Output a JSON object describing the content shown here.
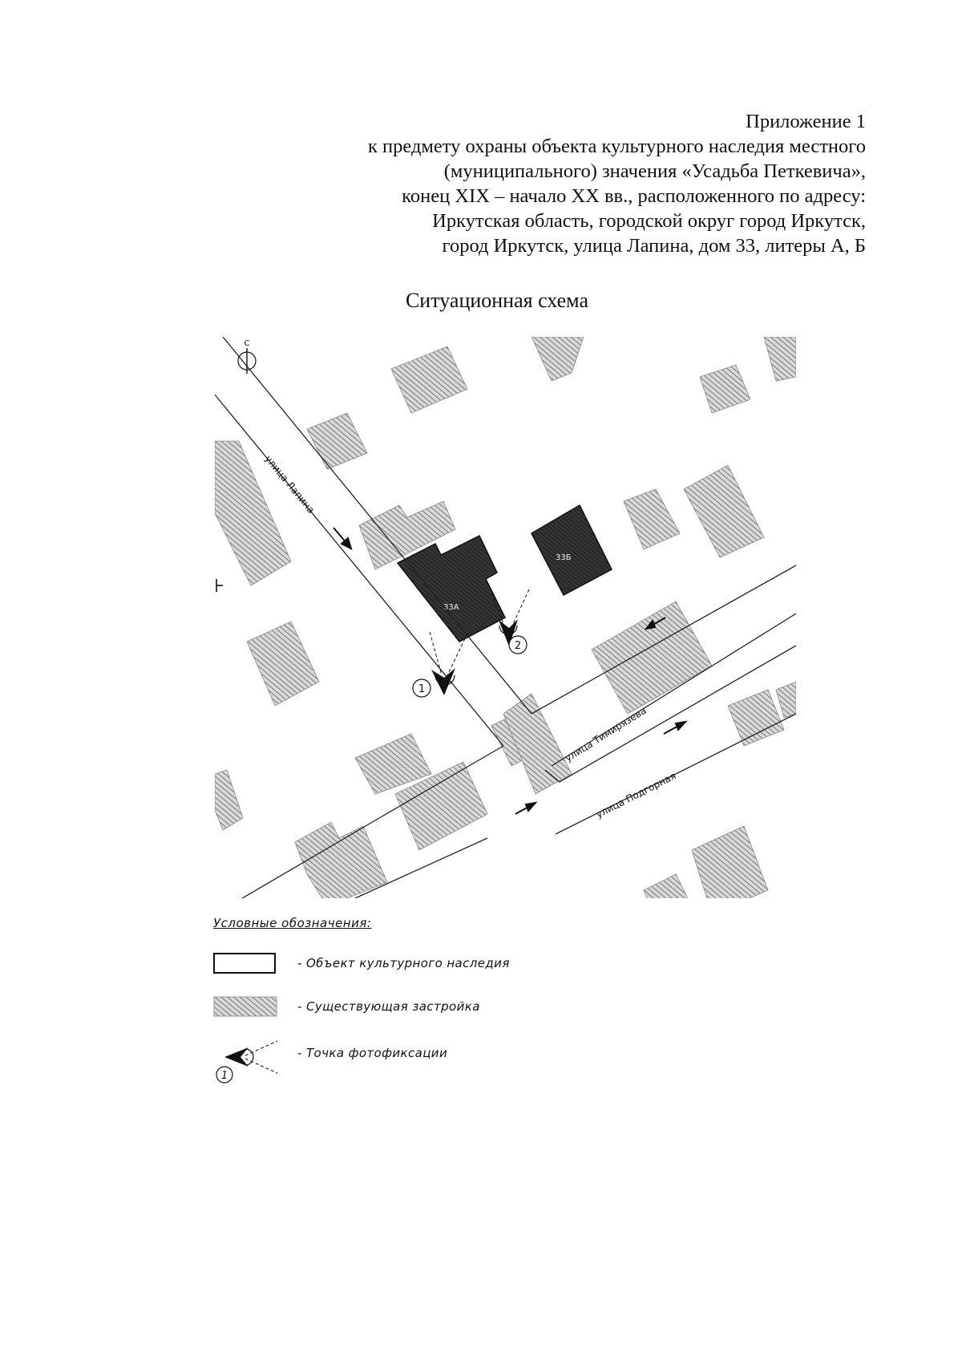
{
  "header": {
    "lines": [
      "Приложение 1",
      "к предмету охраны объекта культурного наследия местного",
      "(муниципального) значения «Усадьба Петкевича»,",
      "конец XIX – начало XX вв., расположенного по адресу:",
      "Иркутская область, городской округ город Иркутск,",
      "город Иркутск, улица Лапина, дом 33, литеры А, Б"
    ]
  },
  "scheme_title": "Ситуационная схема",
  "map": {
    "north_letter": "С",
    "streets": {
      "lapina": "улица Лапина",
      "timiryazeva": "улица Тимирязева",
      "podgornaya": "улица Подгорная"
    },
    "heritage_labels": {
      "litera_a": "33А",
      "litera_b": "33Б"
    },
    "photo_points": [
      "1",
      "2"
    ],
    "colors": {
      "heritage": "#1a1a1a",
      "existing": "#9a9a9a",
      "line": "#222222"
    }
  },
  "legend": {
    "title": "Условные обозначения:",
    "items": [
      {
        "symbol": "outline-box",
        "text": "- Объект культурного наследия"
      },
      {
        "symbol": "hatched-box",
        "text": "- Существующая застройка"
      },
      {
        "symbol": "photo-point",
        "number": "1",
        "text": "- Точка фотофиксации"
      }
    ]
  }
}
